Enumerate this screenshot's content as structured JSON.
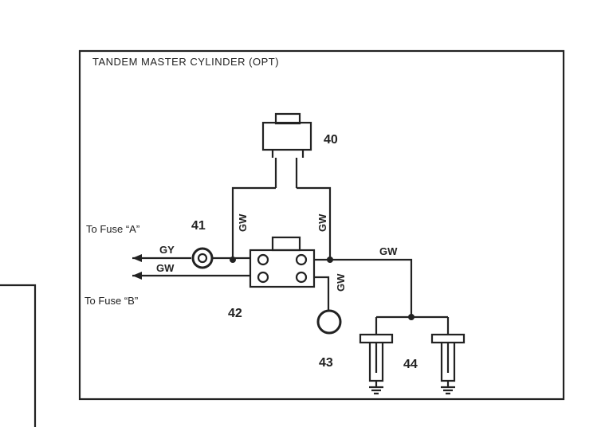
{
  "diagram": {
    "title": "TANDEM MASTER CYLINDER (OPT)",
    "wire_gw": "GW",
    "wire_gy": "GY",
    "to_fuse_a": "To Fuse “A”",
    "to_fuse_b": "To Fuse “B”",
    "callouts": {
      "n40": "40",
      "n41": "41",
      "n42": "42",
      "n43": "43",
      "n44": "44"
    },
    "colors": {
      "ink": "#222222",
      "paper": "#ffffff"
    }
  }
}
